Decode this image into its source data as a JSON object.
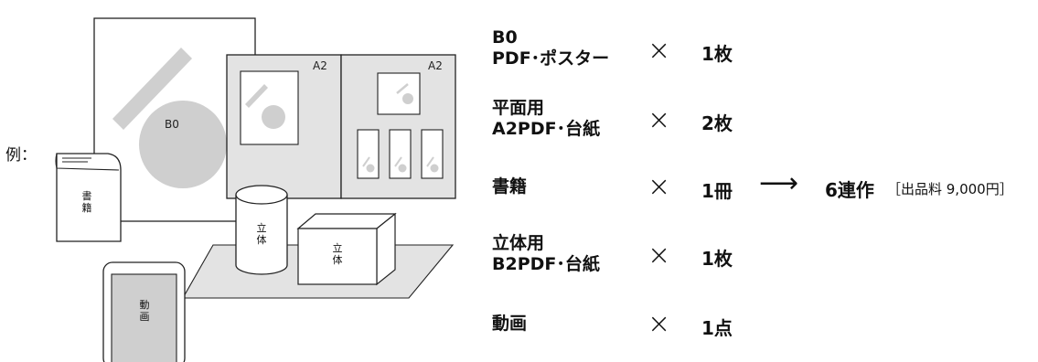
{
  "example_label": "例：",
  "illustration": {
    "poster_label": "B0",
    "panel_left_label": "A2",
    "panel_right_label": "A2",
    "book_text": [
      "書",
      "籍"
    ],
    "cylinder_text": [
      "立",
      "体"
    ],
    "box_text": [
      "立",
      "体"
    ],
    "tablet_text": [
      "動",
      "画"
    ]
  },
  "items": [
    {
      "name_lines": [
        "B0",
        "PDF･ポスター"
      ],
      "times": "×",
      "qty": "1枚"
    },
    {
      "name_lines": [
        "平面用",
        "A2PDF･台紙"
      ],
      "times": "×",
      "qty": "2枚"
    },
    {
      "name_lines": [
        "書籍"
      ],
      "times": "×",
      "qty": "1冊"
    },
    {
      "name_lines": [
        "立体用",
        "B2PDF･台紙"
      ],
      "times": "×",
      "qty": "1枚"
    },
    {
      "name_lines": [
        "動画"
      ],
      "times": "×",
      "qty": "1点"
    }
  ],
  "total": {
    "arrow": "⟶",
    "works": "6連作",
    "price": "［出品料 9,000円］"
  }
}
